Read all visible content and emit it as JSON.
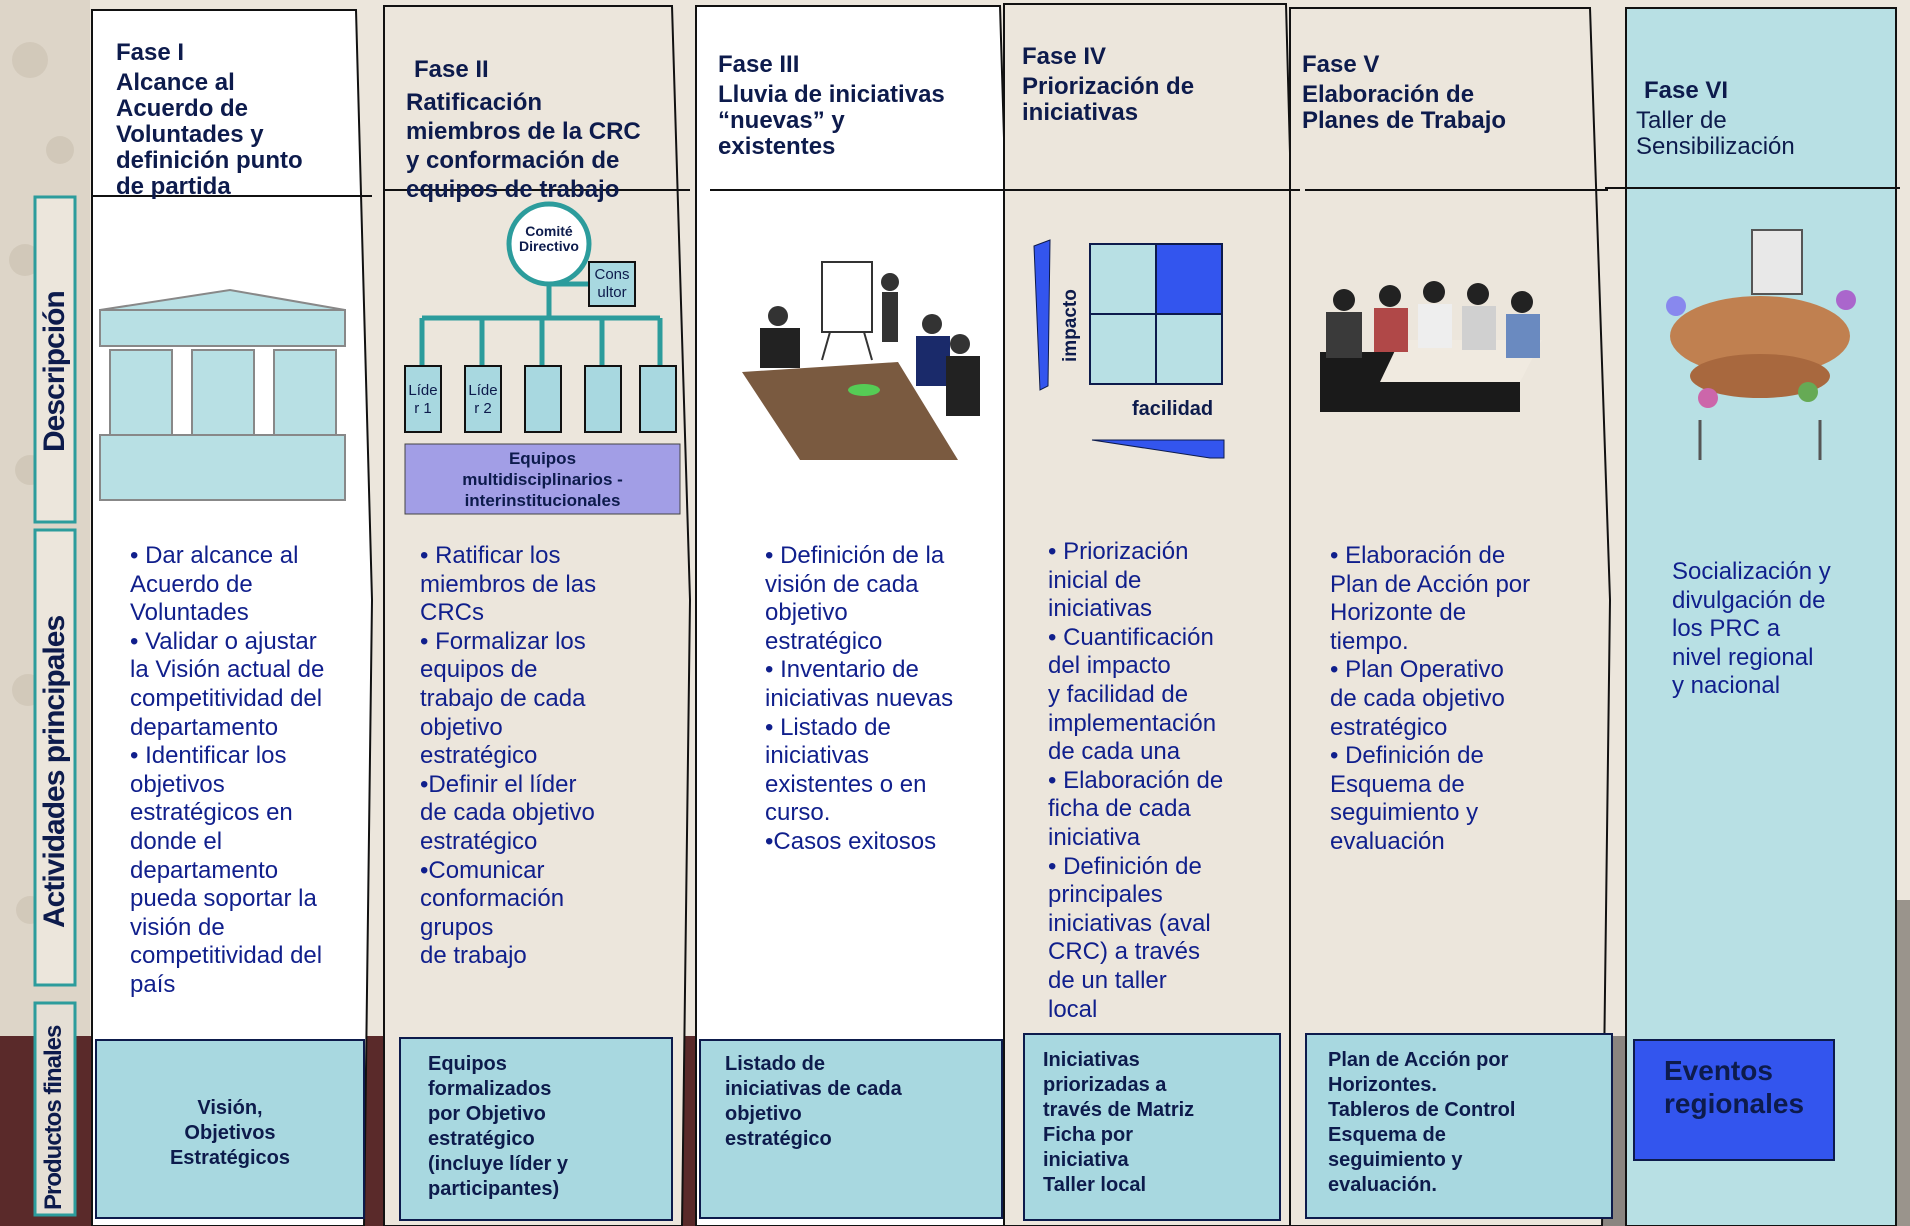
{
  "side_labels": {
    "descripcion": "Descripción",
    "actividades": "Actividades principales",
    "productos": "Productos finales"
  },
  "phases": [
    {
      "fase": "Fase I",
      "titulo": "Alcance al\nAcuerdo  de\nVoluntades y\ndefinición punto\nde partida",
      "actividades": "• Dar alcance  al\nAcuerdo  de\nVoluntades\n• Validar o ajustar\nla  Visión  actual de\ncompetitividad del\ndepartamento\n• Identificar los\nobjetivos\nestratégicos en\ndonde  el\ndepartamento\npueda  soportar  la\nvisión  de\ncompetitividad del\npaís",
      "producto": "Visión,\nObjetivos\nEstratégicos"
    },
    {
      "fase": "Fase II",
      "titulo": "Ratificación\nmiembros de la CRC\ny conformación  de\nequipos de trabajo",
      "actividades": "• Ratificar los\nmiembros de las\nCRCs\n• Formalizar los\nequipos de\ntrabajo  de cada\nobjetivo\nestratégico\n•Definir el líder\nde cada objetivo\nestratégico\n•Comunicar\nconformación\ngrupos\nde trabajo",
      "producto": "Equipos\nformalizados\n por Objetivo\nestratégico\n(incluye líder  y\nparticipantes)"
    },
    {
      "fase": "Fase III",
      "titulo": "Lluvia de iniciativas\n“nuevas” y\nexistentes",
      "actividades": "• Definición de  la\nvisión de cada\nobjetivo\nestratégico\n• Inventario de\niniciativas nuevas\n• Listado de\niniciativas\nexistentes o en\ncurso.\n•Casos exitosos",
      "producto": "Listado de\niniciativas de cada\nobjetivo\nestratégico"
    },
    {
      "fase": "Fase IV",
      "titulo": "Priorización de\niniciativas",
      "actividades": "• Priorización\ninicial de\niniciativas\n• Cuantificación\ndel impacto\ny facilidad de\nimplementación\nde cada una\n• Elaboración de\nficha  de cada\niniciativa\n• Definición de\nprincipales\niniciativas (aval\nCRC) a  través\nde  un   taller\nlocal",
      "producto": "Iniciativas\npriorizadas a\ntravés de Matriz\nFicha por\niniciativa\nTaller local"
    },
    {
      "fase": "Fase V",
      "titulo": "Elaboración de\nPlanes de Trabajo",
      "actividades": "• Elaboración de\nPlan de Acción por\nHorizonte de\ntiempo.\n• Plan Operativo\nde cada objetivo\nestratégico\n• Definición de\nEsquema de\nseguimiento y\nevaluación",
      "producto": "Plan de  Acción por\nHorizontes.\nTableros de Control\nEsquema de\nseguimiento y\nevaluación."
    },
    {
      "fase": "Fase VI",
      "titulo": "Taller de\nSensibilización",
      "actividades": "Socialización y\ndivulgación de\nlos PRC  a\nnivel  regional\ny  nacional",
      "producto": "Eventos\nregionales"
    }
  ],
  "org_chart": {
    "comite": "Comité\nDirectivo",
    "consultor": "Cons\nultor",
    "lider1": "Líde\nr 1",
    "lider2": "Líde\nr 2",
    "equipos": "Equipos\nmultidisciplinarios -\ninterinstitucionales"
  },
  "matrix": {
    "ylabel": "impacto",
    "xlabel": "facilidad"
  },
  "colors": {
    "panel": "#b8e0e4",
    "box": "#a8d8e0",
    "navy": "#0d1b4c",
    "text": "#101f8c",
    "maroon": "#5a2a2a",
    "teal": "#2c9c9c",
    "blue": "#3355ee"
  }
}
